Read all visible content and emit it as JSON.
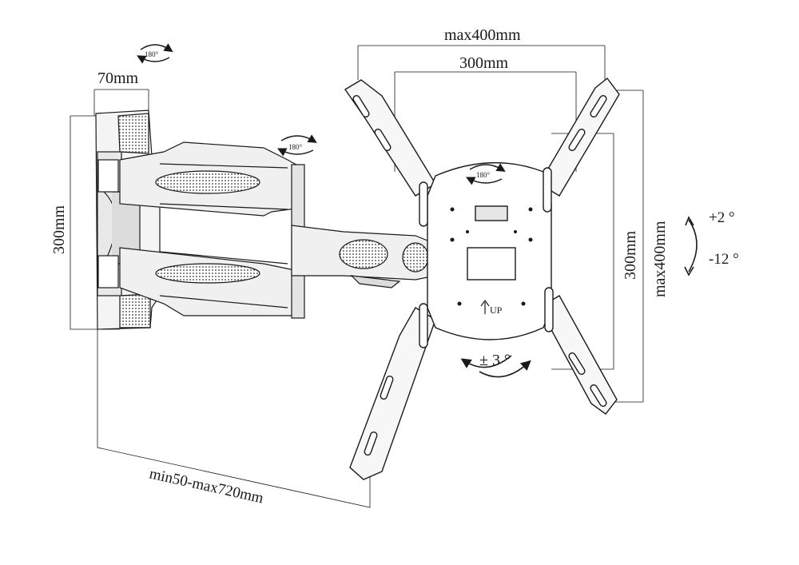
{
  "dimensions": {
    "wall_plate_width": "70mm",
    "wall_plate_height": "300mm",
    "vesa_outer_width": "max400mm",
    "vesa_inner_width": "300mm",
    "vesa_inner_height": "300mm",
    "vesa_outer_height": "max400mm",
    "extension": "min50-max720mm"
  },
  "rotations": {
    "wall_swivel": "180°",
    "arm_swivel": "180°",
    "plate_rotation": "180°"
  },
  "tilt": {
    "up": "+2 °",
    "down": "-12 °"
  },
  "level": "± 3 °",
  "plate_marking": "UP",
  "colors": {
    "line": "#1a1a1a",
    "fill_light": "#eeeeee",
    "fill_mid": "#cfcfcf"
  }
}
